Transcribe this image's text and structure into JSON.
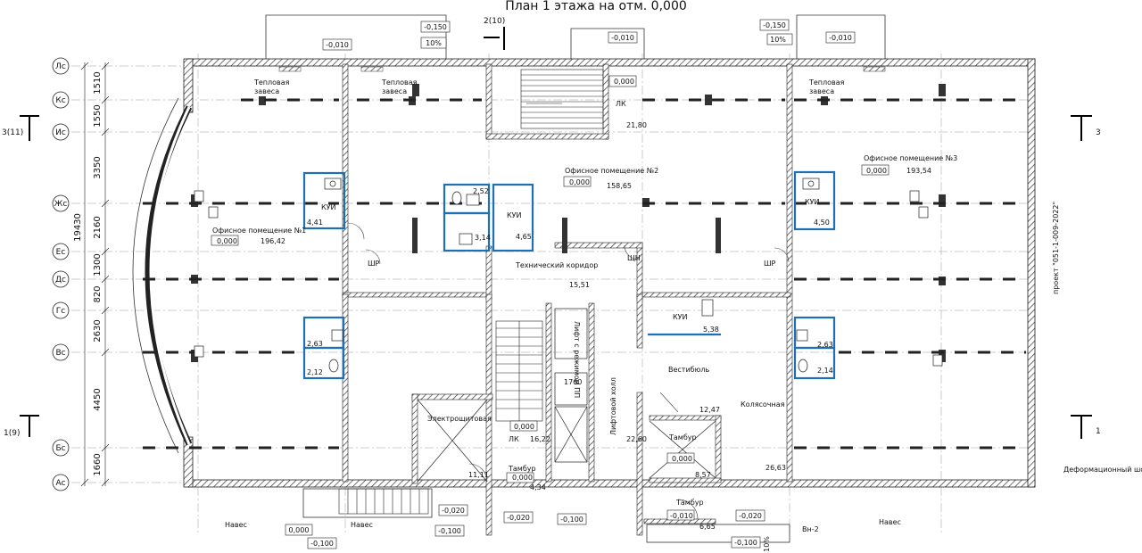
{
  "title": "План 1 этажа на отм. 0,000",
  "axes_rows": [
    "Лс",
    "Кс",
    "Ис",
    "Жс",
    "Ес",
    "Дс",
    "Гс",
    "Вс",
    "Бс",
    "Ас"
  ],
  "dims": {
    "segments": [
      "1510",
      "1550",
      "3350",
      "2160",
      "1300",
      "820",
      "2630",
      "4450",
      "1660"
    ],
    "total": "19430"
  },
  "section_marks": {
    "left_top": "3(11)",
    "left_bottom": "1(9)",
    "right_top": "3",
    "right_bottom": "1",
    "top": "2(10)"
  },
  "rooms": {
    "office1": "Офисное помещение №1",
    "office1_level": "0,000",
    "office1_area": "196,42",
    "office2": "Офисное помещение №2",
    "office2_level": "0,000",
    "office2_area": "158,65",
    "office3": "Офисное помещение №3",
    "office3_level": "0,000",
    "office3_area": "193,54",
    "kui": "КУИ",
    "bath1": "4,41",
    "bath_mid_a": "2,52",
    "bath_mid_b": "3,14",
    "bath_mid_c": "4,65",
    "bath3": "4,50",
    "bath_l2a": "2,63",
    "bath_l2b": "2,12",
    "bath_r2a": "2,63",
    "bath_r2b": "2,14",
    "bath_c": "5,38",
    "tech": "Технический коридор",
    "tech_area": "15,51",
    "lk": "ЛК",
    "lk_top_area": "21,80",
    "lk_top_level": "0,000",
    "lk_bot_level": "0,000",
    "lk_bot_area": "16,22",
    "lift": "Лифт с режимом ПП",
    "lift_dim": "1760",
    "lift_hall": "Лифтовой холл",
    "lift_hall_area": "22,60",
    "vest": "Вестибюль",
    "vest_area": "12,47",
    "kol": "Колясочная",
    "kol_area": "26,63",
    "elec": "Электрощитовая",
    "elec_area": "11,11",
    "tambur": "Тамбур",
    "t1_level": "0,000",
    "t1_area": "4,34",
    "t2_level": "0,000",
    "t2_area": "8,57",
    "t3_level": "-0,010",
    "t3_area": "6,65"
  },
  "notes": {
    "curtain": "Тепловая завеса",
    "naves": "Навес",
    "def_joint": "Деформационный шов",
    "project": "проект \"051-1-009-2022\"",
    "vn2": "Вн-2",
    "sh": "ШР",
    "shn": "ЩН"
  },
  "levels": {
    "m010": "-0,010",
    "m150": "-0,150",
    "m020": "-0,020",
    "m100": "-0,100",
    "p000": "0,000",
    "pct10": "10%"
  }
}
